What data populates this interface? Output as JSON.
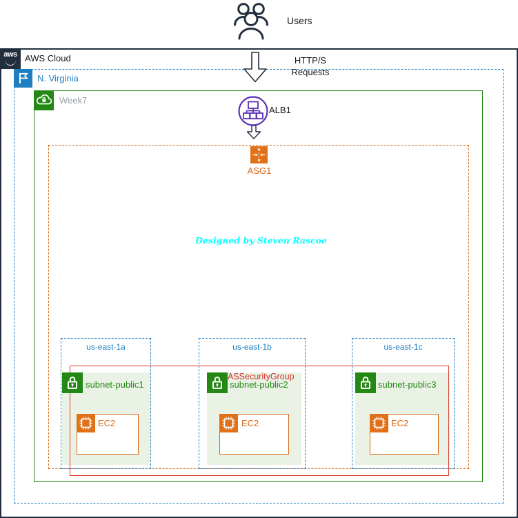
{
  "users": {
    "label": "Users"
  },
  "traffic": {
    "line1": "HTTP/S",
    "line2": "Requests"
  },
  "cloud": {
    "label": "AWS Cloud",
    "logo_text": "aws"
  },
  "region": {
    "label": "N. Virginia"
  },
  "vpc": {
    "label": "Week7"
  },
  "alb": {
    "label": "ALB1"
  },
  "asg": {
    "label": "ASG1"
  },
  "watermark": {
    "text": "Designed by Steven Rascoe"
  },
  "security_group": {
    "label": "ASSecurityGroup"
  },
  "azs": [
    {
      "label": "us-east-1a",
      "subnet_label": "subnet-public1",
      "ec2_label": "EC2"
    },
    {
      "label": "us-east-1b",
      "subnet_label": "subnet-public2",
      "ec2_label": "EC2"
    },
    {
      "label": "us-east-1c",
      "subnet_label": "subnet-public3",
      "ec2_label": "EC2"
    }
  ],
  "colors": {
    "aws_dark": "#232F3E",
    "region_blue": "#1E7EC2",
    "vpc_green": "#248814",
    "asg_orange": "#D86613",
    "icon_orange": "#E07119",
    "security_red": "#DD3522",
    "alb_purple": "#5A30B8",
    "watermark_cyan": "#00FFFF",
    "subnet_bg": "#EAF2E6"
  }
}
